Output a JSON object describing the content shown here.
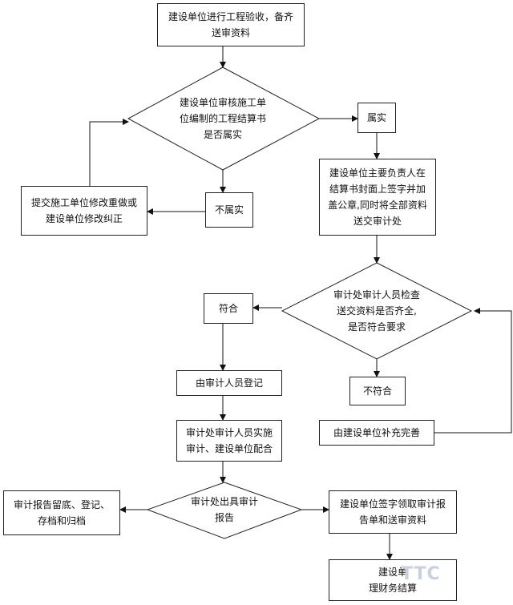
{
  "nodes": {
    "n1": "建设单位进行工程验收，备齐\n送审资料",
    "d1": "建设单位审核施工单\n位编制的工程结算书\n是否属实",
    "yes1": "属实",
    "n2": "建设单位主要负责人在\n结算书封面上签字并加\n盖公章,同时将全部资料\n送交审计处",
    "no1": "不属实",
    "fix1": "提交施工单位修改重做或\n建设单位修改纠正",
    "d2": "审计处审计人员检查\n送交资料是否齐全,\n是否符合要求",
    "yes2": "符合",
    "no2": "不符合",
    "reg": "由审计人员登记",
    "fix2": "由建设单位补充完善",
    "audit": "审计处审计人员实施\n审计、建设单位配合",
    "d3": "审计处出具审计\n报告",
    "archive": "审计报告留底、登记、\n存档和归档",
    "sign": "建设单位签字领取审计报\n告单和送审资料",
    "last": "建设单\n理财务结算"
  },
  "watermark": "TTC"
}
